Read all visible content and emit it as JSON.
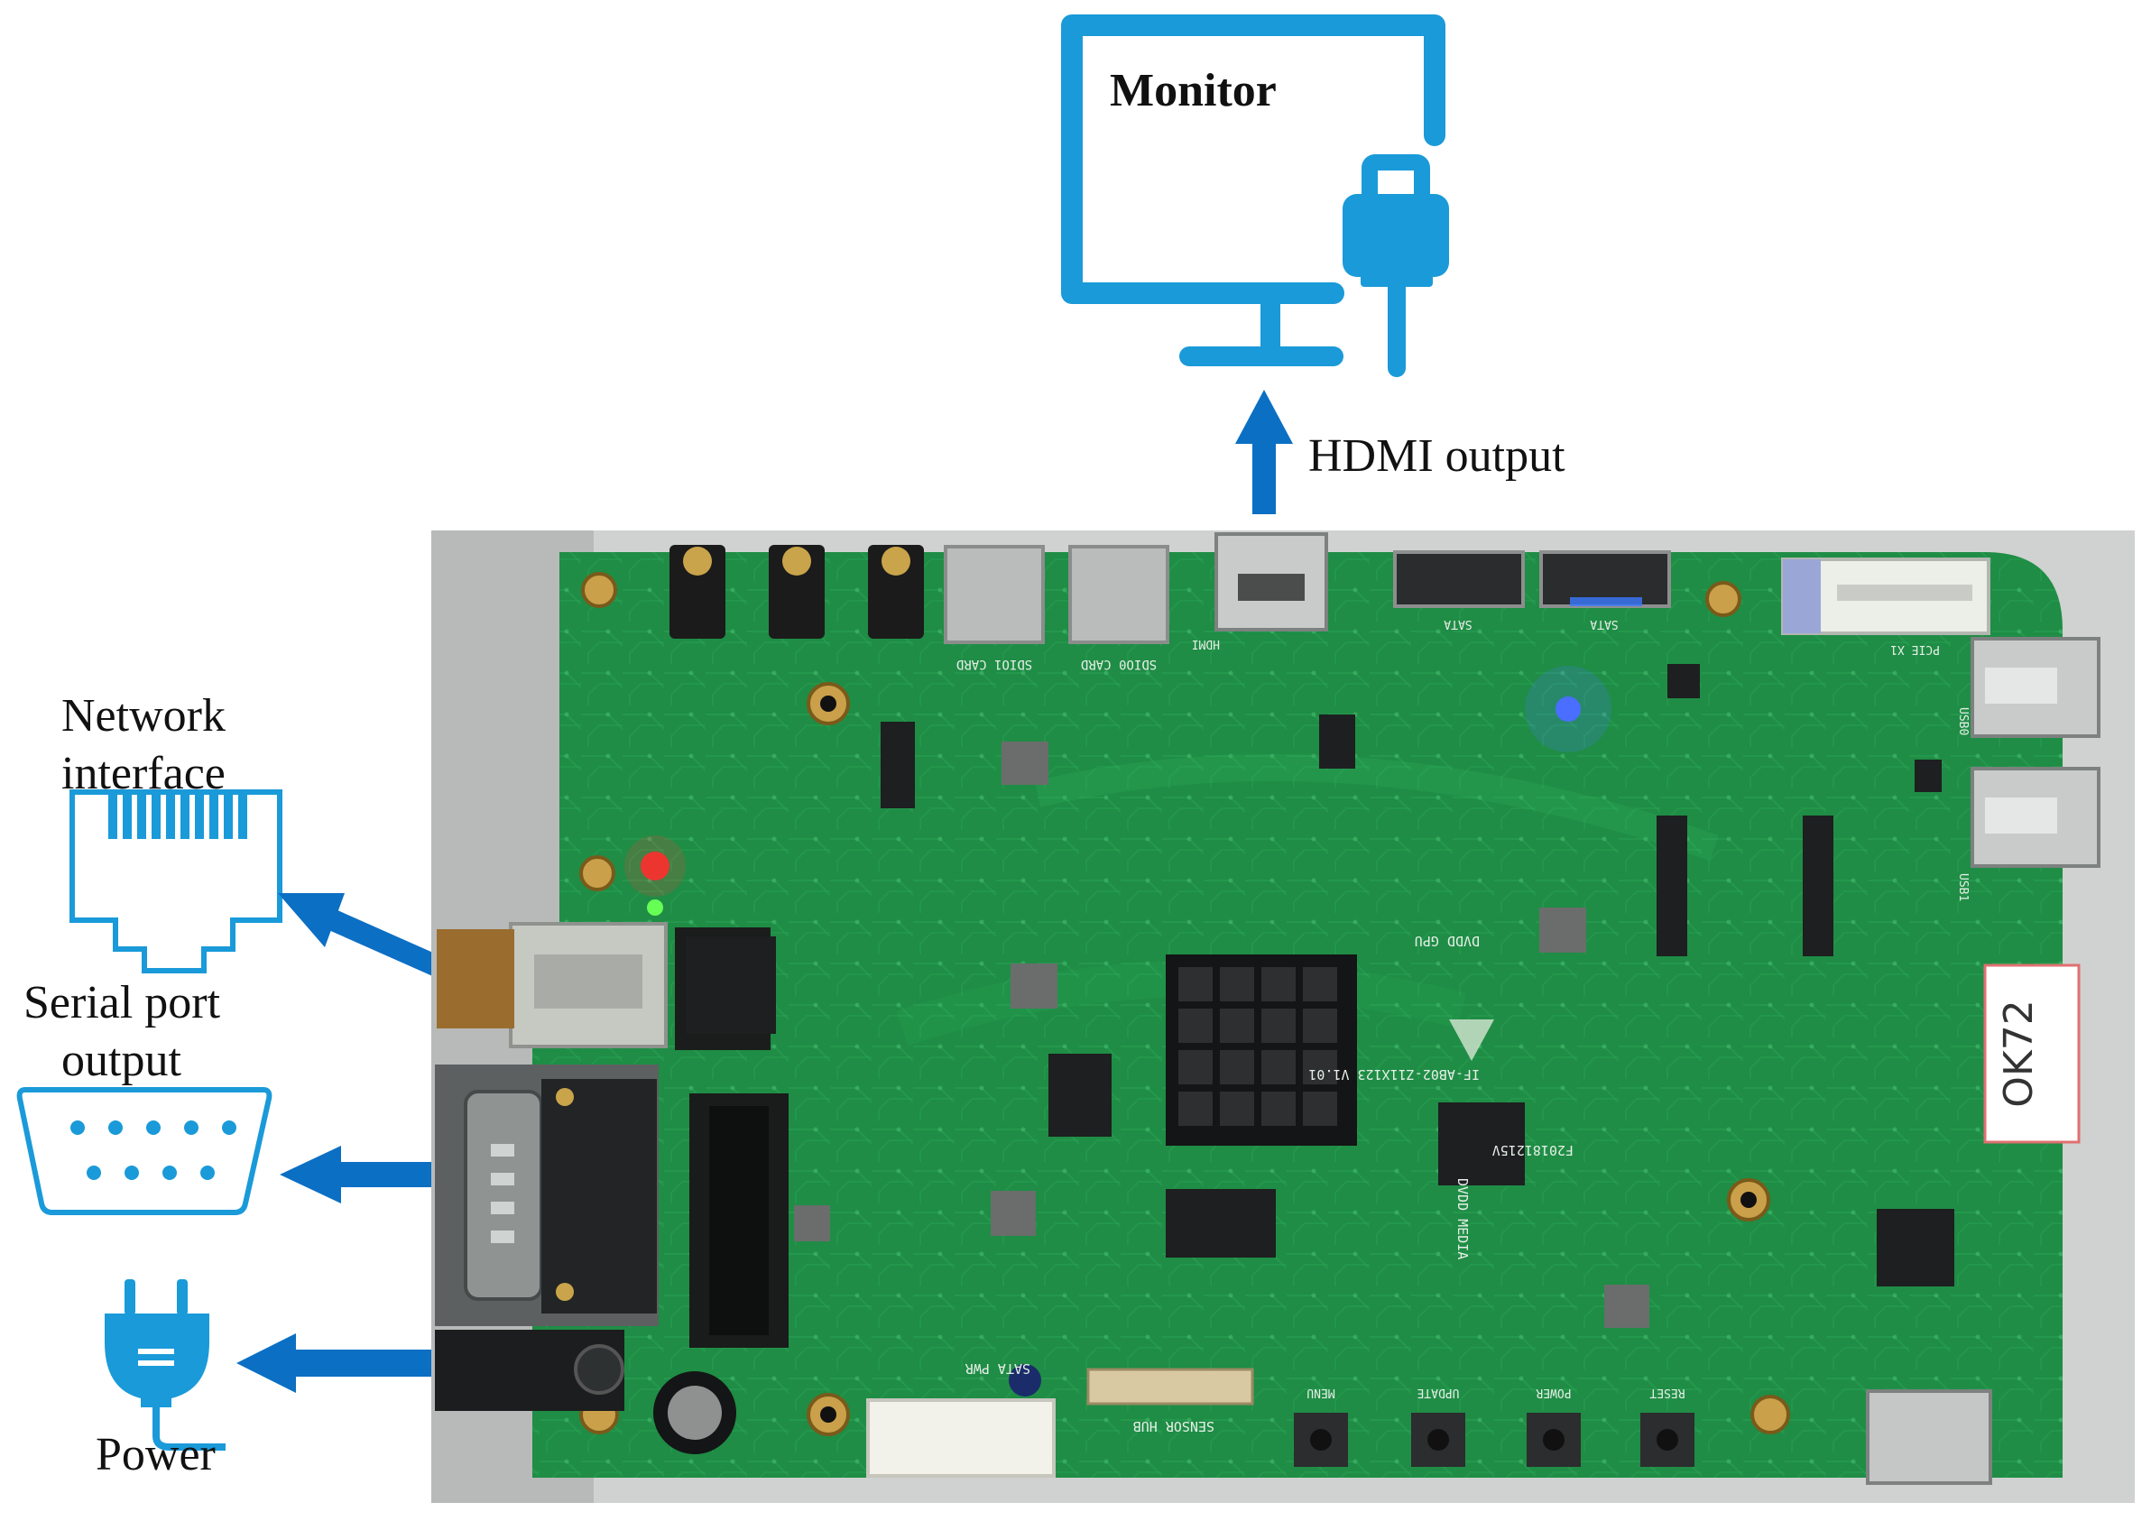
{
  "labels": {
    "monitor": "Monitor",
    "hdmi_output": "HDMI output",
    "network_line1": "Network",
    "network_line2": "interface",
    "serial_line1": "Serial port",
    "serial_line2": "output",
    "power": "Power"
  },
  "board_silkscreen": {
    "card_slot_1": "SDIO1 CARD",
    "card_slot_2": "SDIO0 CARD",
    "hdmi": "HDMI",
    "sata_1": "SATA",
    "sata_2": "SATA",
    "pcie": "PCIE X1",
    "usb0": "USB0",
    "usb1": "USB1",
    "gpu_label": "DVDD GPU",
    "media_label": "DVDD MEDIA",
    "board_id": "IF-AB02-Z11X123 V1.01",
    "board_serial": "F20181215V",
    "buttons": [
      "MENU",
      "UPDATE",
      "POWER",
      "RESET"
    ],
    "sensor_hub": "SENSOR HUB",
    "sata_pwr": "SATA PWR",
    "handwritten_tag": "OK72"
  },
  "colors": {
    "icon_blue": "#1a9ad9",
    "arrow_blue": "#0b6fc4",
    "pcb_green": "#1f8d45",
    "pcb_dark": "#167338"
  }
}
